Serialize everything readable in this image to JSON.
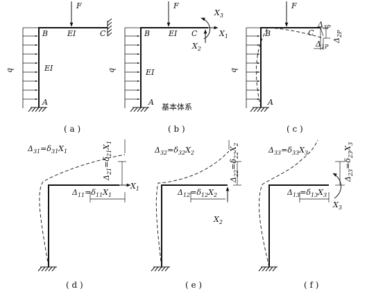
{
  "panels": [
    {
      "id": "a",
      "caption": "( a )",
      "force": "F",
      "node_b": "B",
      "node_c": "C",
      "node_a": "A",
      "beam_rigidity": "EI",
      "column_rigidity": "EI",
      "load": "q"
    },
    {
      "id": "b",
      "caption": "( b )",
      "force": "F",
      "node_b": "B",
      "node_c": "C",
      "node_a": "A",
      "beam_rigidity": "EI",
      "column_rigidity": "EI",
      "load": "q",
      "x1": "X",
      "x1_sub": "1",
      "x2": "X",
      "x2_sub": "2",
      "x3": "X",
      "x3_sub": "3",
      "basic_system": "基本体系"
    },
    {
      "id": "c",
      "caption": "( c )",
      "force": "F",
      "node_b": "B",
      "node_c": "C",
      "node_a": "A",
      "load": "q",
      "d3p": "Δ",
      "d3p_sub": "3P",
      "d2p": "Δ",
      "d2p_sub": "2P",
      "d1p": "Δ",
      "d1p_sub": "1P"
    },
    {
      "id": "d",
      "caption": "( d )",
      "eq1_lhs": "Δ",
      "eq1_lhs_sub": "31",
      "eq1_eq": "=",
      "eq1_rhs": "δ",
      "eq1_rhs_sub": "31",
      "eq1_x": "X",
      "eq1_x_sub": "1",
      "eq2_lhs": "Δ",
      "eq2_lhs_sub": "21",
      "eq2_eq": "=",
      "eq2_rhs": "δ",
      "eq2_rhs_sub": "21",
      "eq2_x": "X",
      "eq2_x_sub": "1",
      "eq3_lhs": "Δ",
      "eq3_lhs_sub": "11",
      "eq3_eq": "=",
      "eq3_rhs": "δ",
      "eq3_rhs_sub": "11",
      "eq3_x": "X",
      "eq3_x_sub": "1",
      "force": "X",
      "force_sub": "1"
    },
    {
      "id": "e",
      "caption": "( e )",
      "eq1_lhs": "Δ",
      "eq1_lhs_sub": "32",
      "eq1_eq": "=",
      "eq1_rhs": "δ",
      "eq1_rhs_sub": "32",
      "eq1_x": "X",
      "eq1_x_sub": "2",
      "eq2_lhs": "Δ",
      "eq2_lhs_sub": "22",
      "eq2_eq": "=",
      "eq2_rhs": "δ",
      "eq2_rhs_sub": "22",
      "eq2_x": "X",
      "eq2_x_sub": "2",
      "eq3_lhs": "Δ",
      "eq3_lhs_sub": "12",
      "eq3_eq": "=",
      "eq3_rhs": "δ",
      "eq3_rhs_sub": "12",
      "eq3_x": "X",
      "eq3_x_sub": "2",
      "force": "X",
      "force_sub": "2"
    },
    {
      "id": "f",
      "caption": "( f )",
      "eq1_lhs": "Δ",
      "eq1_lhs_sub": "33",
      "eq1_eq": "=",
      "eq1_rhs": "δ",
      "eq1_rhs_sub": "33",
      "eq1_x": "X",
      "eq1_x_sub": "3",
      "eq2_lhs": "Δ",
      "eq2_lhs_sub": "23",
      "eq2_eq": "=",
      "eq2_rhs": "δ",
      "eq2_rhs_sub": "23",
      "eq2_x": "X",
      "eq2_x_sub": "3",
      "eq3_lhs": "Δ",
      "eq3_lhs_sub": "13",
      "eq3_eq": "=",
      "eq3_rhs": "δ",
      "eq3_rhs_sub": "13",
      "eq3_x": "X",
      "eq3_x_sub": "3",
      "force": "X",
      "force_sub": "3"
    }
  ],
  "colors": {
    "ink": "#111111",
    "paper": "#ffffff"
  },
  "icons": [
    "fixed-support-icon",
    "force-arrow-icon",
    "moment-arrow-icon",
    "distributed-load-icon"
  ]
}
